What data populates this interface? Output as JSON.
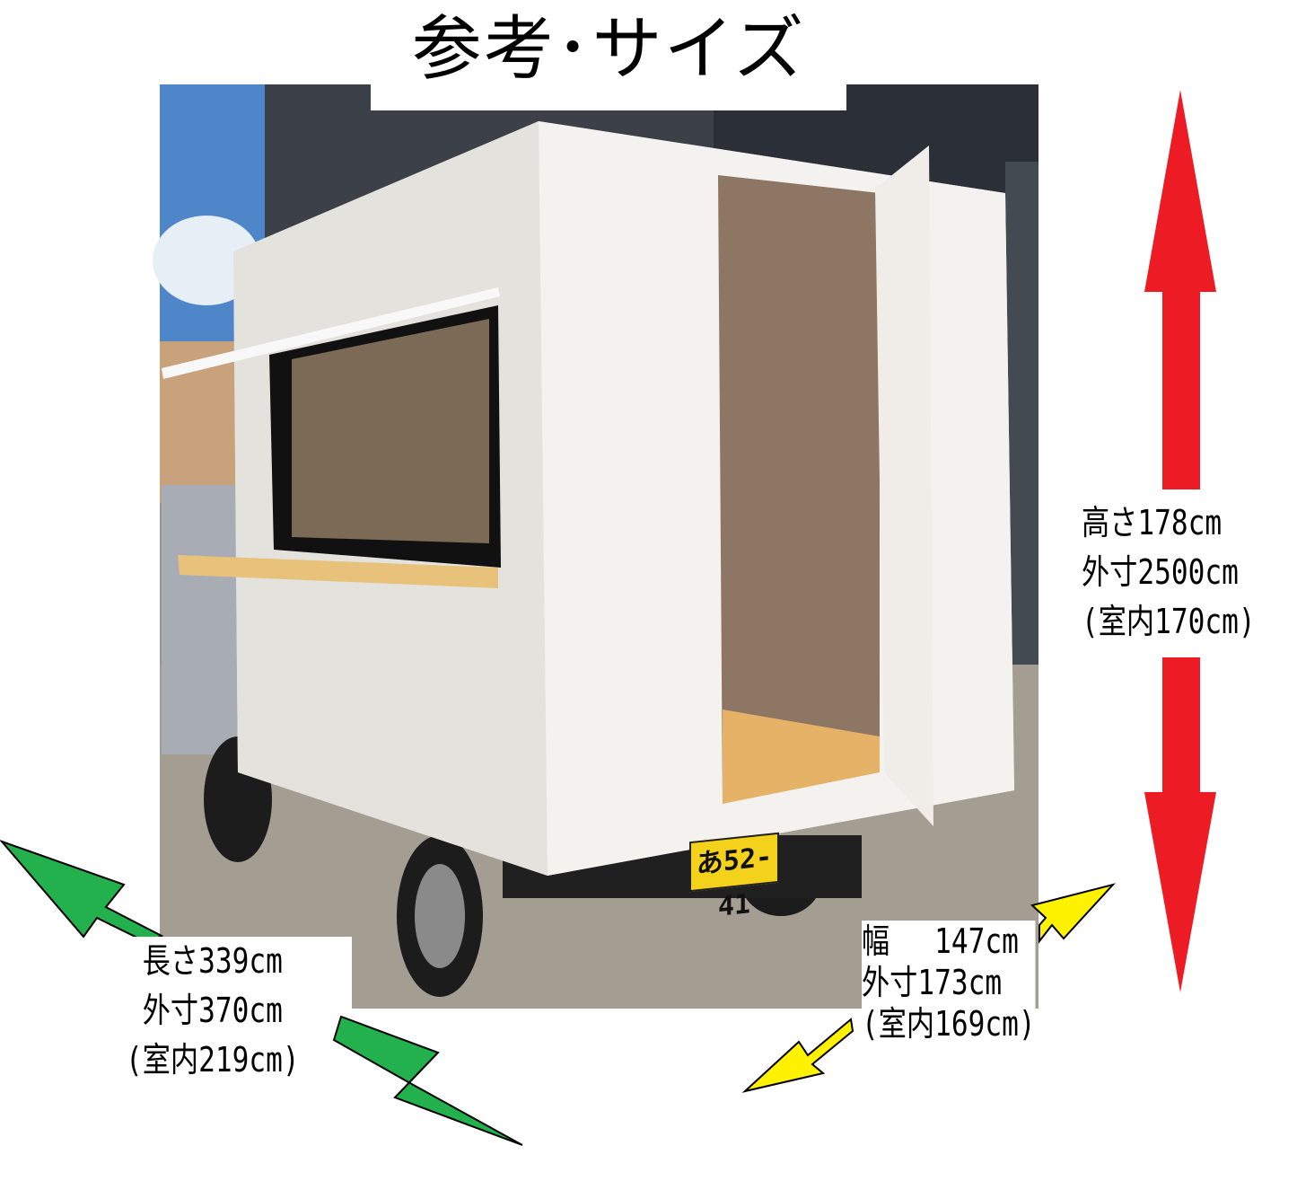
{
  "title": "参考･サイズ",
  "height": {
    "line1": "高さ178cm",
    "line2": "外寸2500cm",
    "line3": "(室内170cm)"
  },
  "length": {
    "line1": "長さ339cm",
    "line2": "外寸370cm",
    "line3": "(室内219cm)"
  },
  "width": {
    "line1": "幅　 147cm",
    "line2": "外寸173cm",
    "line3": "(室内169cm)"
  },
  "plate": "あ52-41",
  "colors": {
    "height_arrow": "#ed1c24",
    "length_arrow": "#22b14c",
    "width_arrow": "#fff200"
  }
}
